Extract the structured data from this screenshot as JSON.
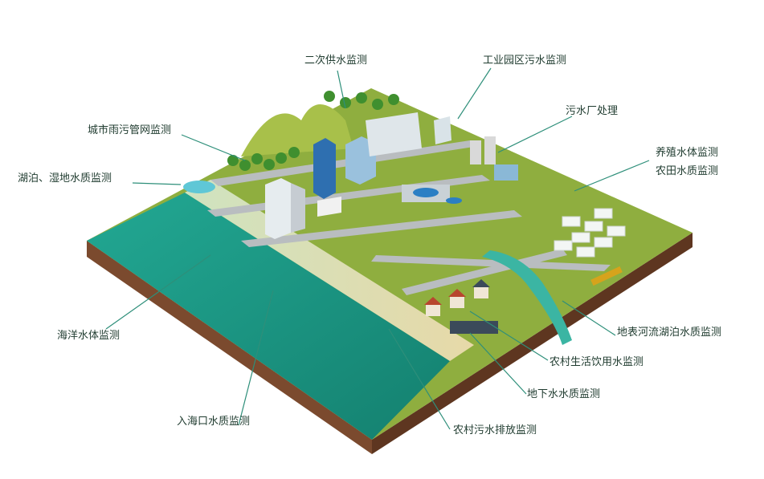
{
  "labels": {
    "secondary_water_supply": "二次供水监测",
    "industrial_park_sewage": "工业园区污水监测",
    "urban_storm_sewer": "城市雨污管网监测",
    "sewage_plant": "污水厂处理",
    "lake_wetland": "湖泊、湿地水质监测",
    "aquaculture": "养殖水体监测",
    "farmland": "农田水质监测",
    "ocean": "海洋水体监测",
    "surface_river_lake": "地表河流湖泊水质监测",
    "rural_drinking": "农村生活饮用水监测",
    "groundwater": "地下水水质监测",
    "estuary": "入海口水质监测",
    "rural_sewage": "农村污水排放监测"
  },
  "colors": {
    "label_text": "#1f3b2f",
    "leader_line": "#2e8f7a",
    "grass": "#8fae3f",
    "sea": "#1d9e8c",
    "soil": "#7b4a2e",
    "road": "#b9bdc0"
  }
}
